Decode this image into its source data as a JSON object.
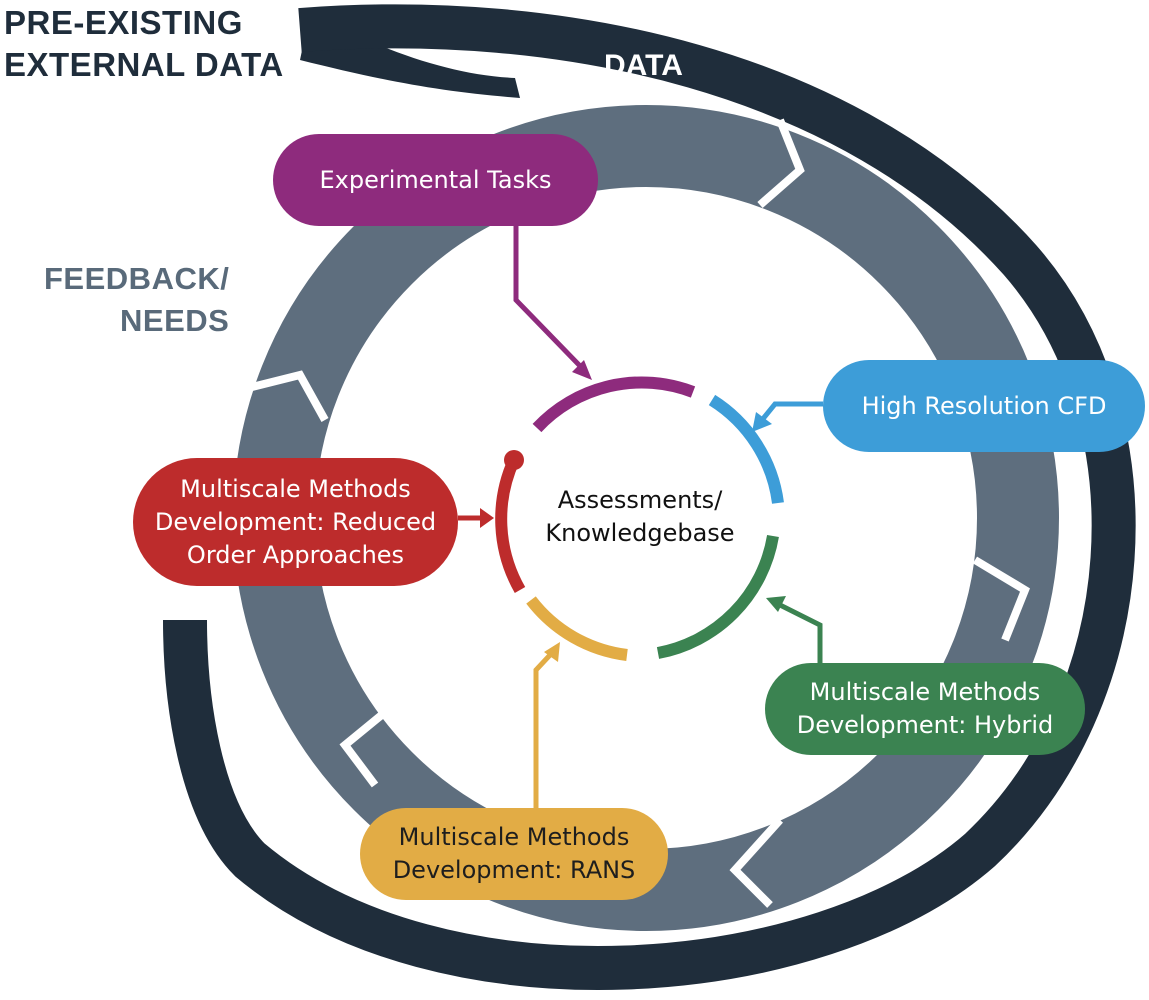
{
  "headings": {
    "external": "PRE-EXISTING\nEXTERNAL DATA",
    "feedback": "FEEDBACK/\nNEEDS",
    "data": "DATA"
  },
  "center": {
    "label": "Assessments/\nKnowledgebase"
  },
  "nodes": {
    "experimental": "Experimental Tasks",
    "cfd": "High Resolution CFD",
    "reduced": "Multiscale Methods\nDevelopment: Reduced\nOrder Approaches",
    "hybrid": "Multiscale Methods\nDevelopment: Hybrid",
    "rans": "Multiscale Methods\nDevelopment: RANS"
  },
  "colors": {
    "outer_ring": "#1f2d3b",
    "feedback_ring": "#5e6e7e",
    "experimental": "#8e2b7d",
    "cfd": "#3d9dd8",
    "reduced": "#bd2c2c",
    "hybrid": "#3b8351",
    "rans": "#e2ac45"
  }
}
